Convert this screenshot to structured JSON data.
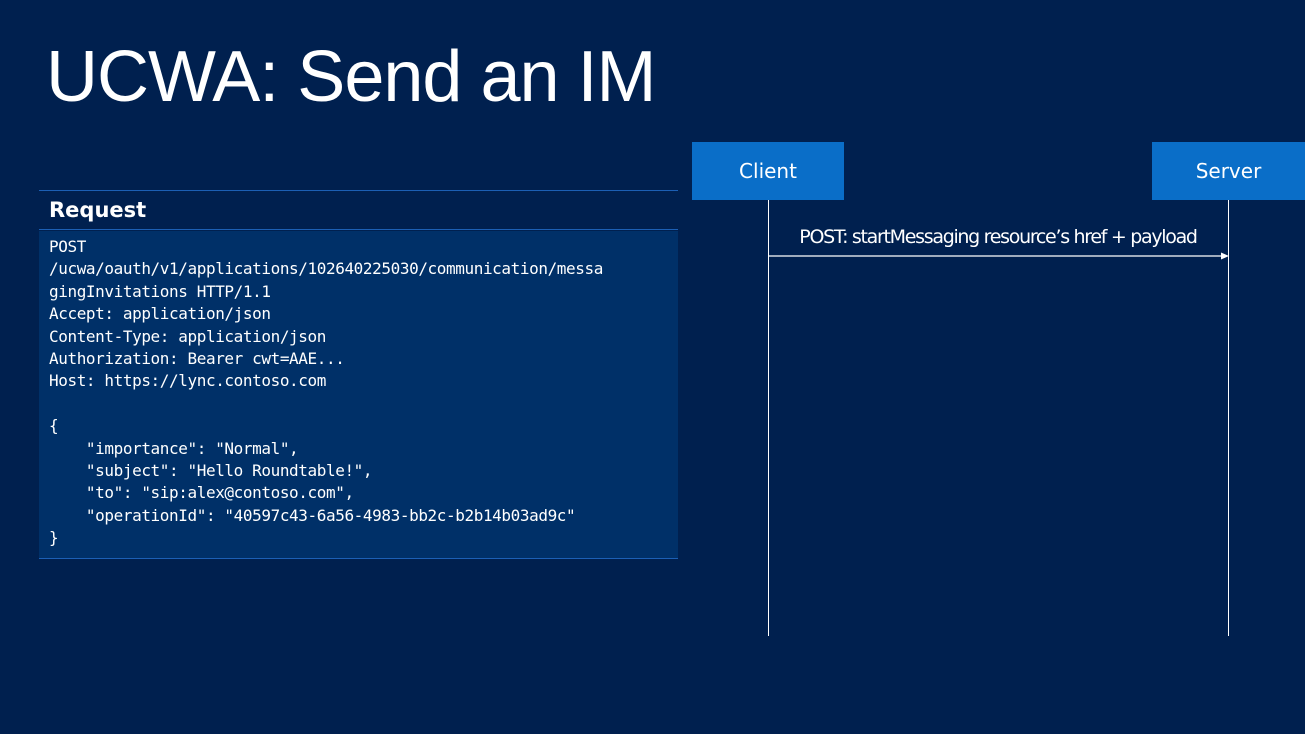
{
  "slide": {
    "title": "UCWA: Send an IM"
  },
  "request": {
    "header": "Request",
    "code": "POST\n/ucwa/oauth/v1/applications/102640225030/communication/messa\ngingInvitations HTTP/1.1\nAccept: application/json\nContent-Type: application/json\nAuthorization: Bearer cwt=AAE...\nHost: https://lync.contoso.com\n\n{\n    \"importance\": \"Normal\",\n    \"subject\": \"Hello Roundtable!\",\n    \"to\": \"sip:alex@contoso.com\",\n    \"operationId\": \"40597c43-6a56-4983-bb2c-b2b14b03ad9c\"\n}"
  },
  "sequence": {
    "actors": {
      "client": "Client",
      "server": "Server"
    },
    "messages": [
      {
        "from": "Client",
        "to": "Server",
        "label": "POST: startMessaging resource’s href + payload"
      }
    ]
  },
  "colors": {
    "background": "#00204f",
    "panel": "#003068",
    "panel_border": "#1c5fb4",
    "actor_box": "#0a6ec8",
    "text": "#ffffff"
  }
}
